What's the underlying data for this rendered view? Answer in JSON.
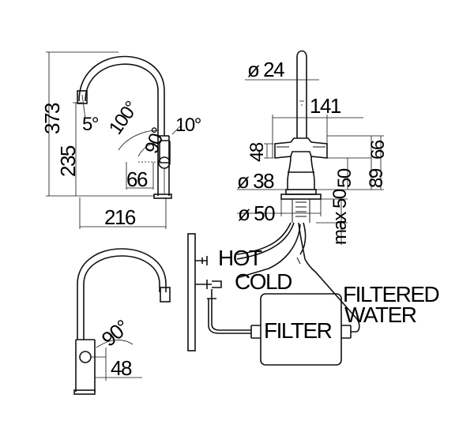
{
  "top_left_view": {
    "height_total": "373",
    "height_spout": "235",
    "angle_left": "5°",
    "angle_swivel": "100°",
    "angle_handle": "90°",
    "angle_right": "10°",
    "handle_offset": "66",
    "reach": "216"
  },
  "top_right_view": {
    "spout_diameter": "ø 24",
    "handle_span": "141",
    "body_height": "48",
    "handle_height_a": "66",
    "base_diameter": "ø 38",
    "body_to_base": "50",
    "overall_body": "89",
    "flange_diameter": "ø 50",
    "deck_thickness": "max 50"
  },
  "installation": {
    "hot_label": "HOT",
    "cold_label": "COLD",
    "filter_label": "FILTER",
    "filtered_label_line1": "FILTERED",
    "filtered_label_line2": "WATER"
  },
  "bottom_left_view": {
    "angle_handle": "90°",
    "handle_width": "48"
  }
}
